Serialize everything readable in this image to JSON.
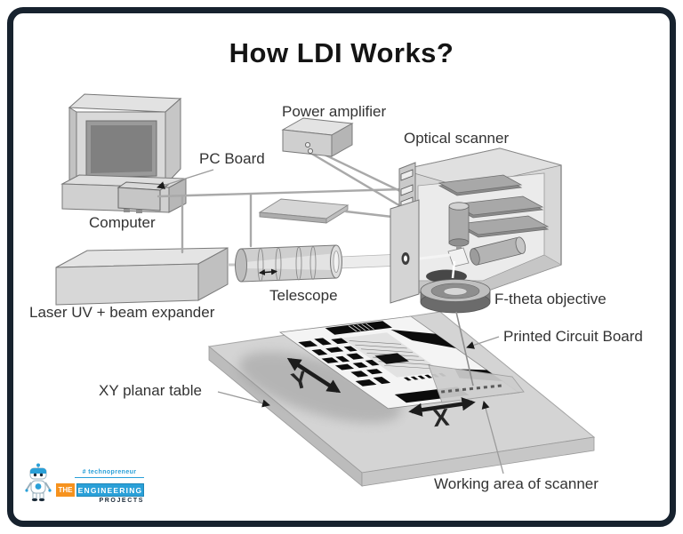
{
  "title": "How LDI Works?",
  "labels": {
    "computer": "Computer",
    "pc_board": "PC Board",
    "power_amplifier": "Power amplifier",
    "optical_scanner": "Optical scanner",
    "telescope": "Telescope",
    "laser_unit": "Laser UV + beam expander",
    "f_theta_objective": "F-theta objective",
    "printed_circuit_board": "Printed Circuit Board",
    "xy_planar_table": "XY planar table",
    "working_area": "Working area of scanner",
    "axis_y": "Y",
    "axis_x": "X"
  },
  "logo": {
    "tagline": "# technopreneur",
    "word_the": "THE",
    "word_engineering": "ENGINEERING",
    "word_projects": "PROJECTS"
  },
  "colors": {
    "frame_border": "#17222e",
    "label_text": "#333333",
    "logo_orange": "#f6921e",
    "logo_blue": "#2aa0d8",
    "logo_dark": "#1b2a38"
  }
}
